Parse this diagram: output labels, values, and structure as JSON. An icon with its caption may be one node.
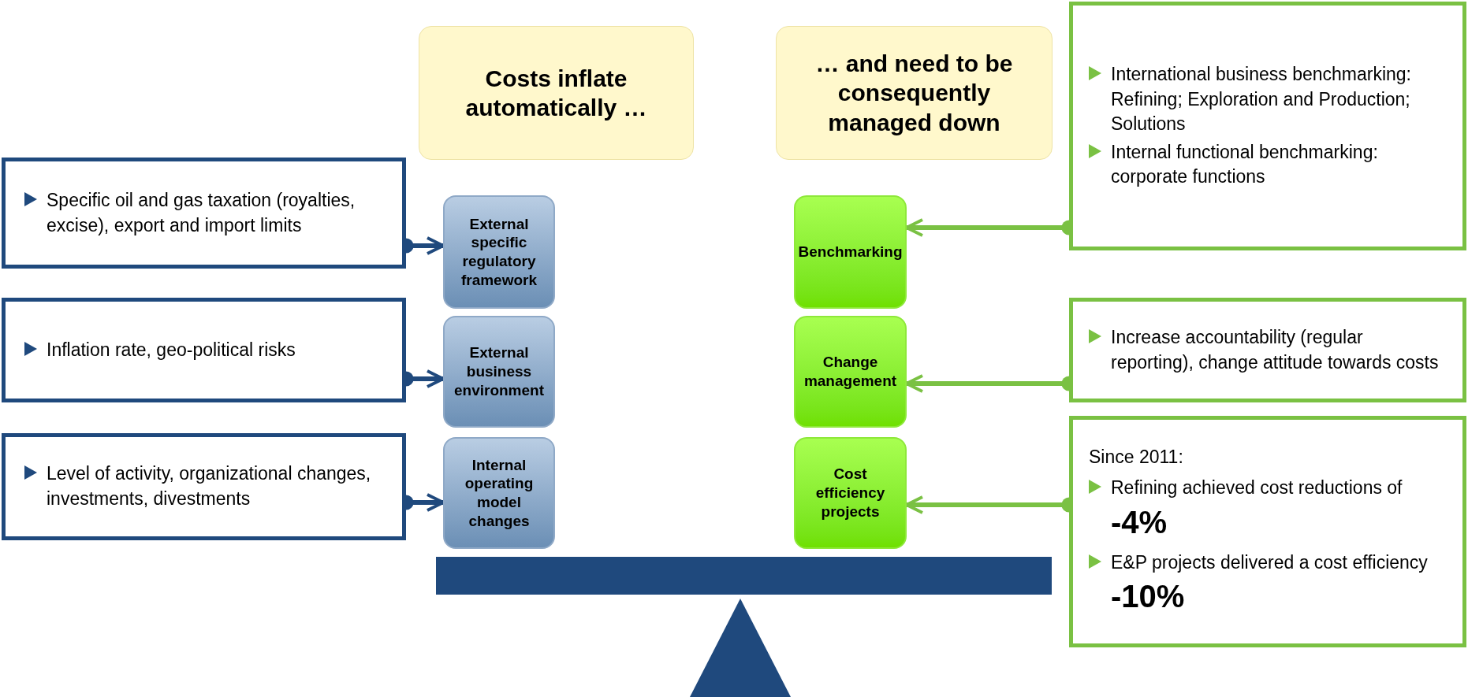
{
  "diagram": {
    "nodes": [
      {
        "text": [
          "Costs inflate automatically …"
        ]
      },
      {
        "text": [
          "… and need to be consequently managed down"
        ]
      },
      {
        "text": [
          "Specific oil and gas taxation (royalties, excise), export and import limits"
        ]
      },
      {
        "text": [
          "External specific regulatory framework"
        ]
      },
      {
        "text": [
          "Inflation rate, geo-political risks"
        ]
      },
      {
        "text": [
          "External business environment"
        ]
      },
      {
        "text": [
          "Level of activity, organizational changes, investments, divestments"
        ]
      },
      {
        "text": [
          "Internal operating model changes"
        ]
      },
      {
        "text": [
          "Benchmarking"
        ]
      },
      {
        "text": [
          "International business benchmarking: Refining; Exploration and Production; Solutions",
          "Internal functional benchmarking: corporate functions"
        ]
      },
      {
        "text": [
          "Change management"
        ]
      },
      {
        "text": [
          "Increase accountability (regular reporting), change attitude towards costs"
        ]
      },
      {
        "text": [
          "Cost efficiency projects"
        ]
      },
      {
        "text": [
          "Since 2011:",
          "Refining achieved cost reductions of  **-4%**",
          "E&P projects delivered a cost efficiency  **-10%**"
        ]
      }
    ],
    "edges": [
      {
        "from": 2,
        "to": 3,
        "arrow": "to",
        "color": "#1f497d"
      },
      {
        "from": 4,
        "to": 5,
        "arrow": "to",
        "color": "#1f497d"
      },
      {
        "from": 6,
        "to": 7,
        "arrow": "to",
        "color": "#1f497d"
      },
      {
        "from": 9,
        "to": 8,
        "arrow": "to",
        "color": "#7ac143"
      },
      {
        "from": 11,
        "to": 10,
        "arrow": "to",
        "color": "#7ac143"
      },
      {
        "from": 13,
        "to": 12,
        "arrow": "to",
        "color": "#7ac143"
      }
    ]
  }
}
